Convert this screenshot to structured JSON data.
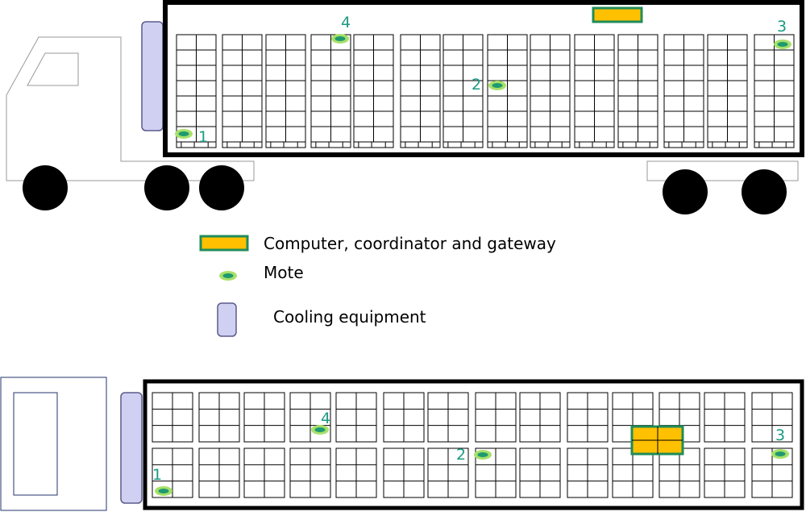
{
  "colors": {
    "outline": "#000000",
    "cooling_fill": "#d0d0f2",
    "cooling_stroke": "#5a5a8c",
    "computer_fill": "#ffc000",
    "computer_stroke": "#1f8c5a",
    "mote_fill": "#1e9a70",
    "mote_halo": "#a8e06a",
    "label_color": "#1a9a80",
    "cab_top_stroke": "#9a9a9a",
    "cab_bottom_stroke": "#23336e"
  },
  "legend": {
    "computer_label": "Computer, coordinator and gateway",
    "mote_label": "Mote",
    "cooling_label": "Cooling equipment"
  },
  "side_view": {
    "motes": [
      {
        "id": "1",
        "label": "1"
      },
      {
        "id": "2",
        "label": "2"
      },
      {
        "id": "3",
        "label": "3"
      },
      {
        "id": "4",
        "label": "4"
      }
    ]
  },
  "top_view": {
    "motes": [
      {
        "id": "1",
        "label": "1"
      },
      {
        "id": "2",
        "label": "2"
      },
      {
        "id": "3",
        "label": "3"
      },
      {
        "id": "4",
        "label": "4"
      }
    ]
  }
}
